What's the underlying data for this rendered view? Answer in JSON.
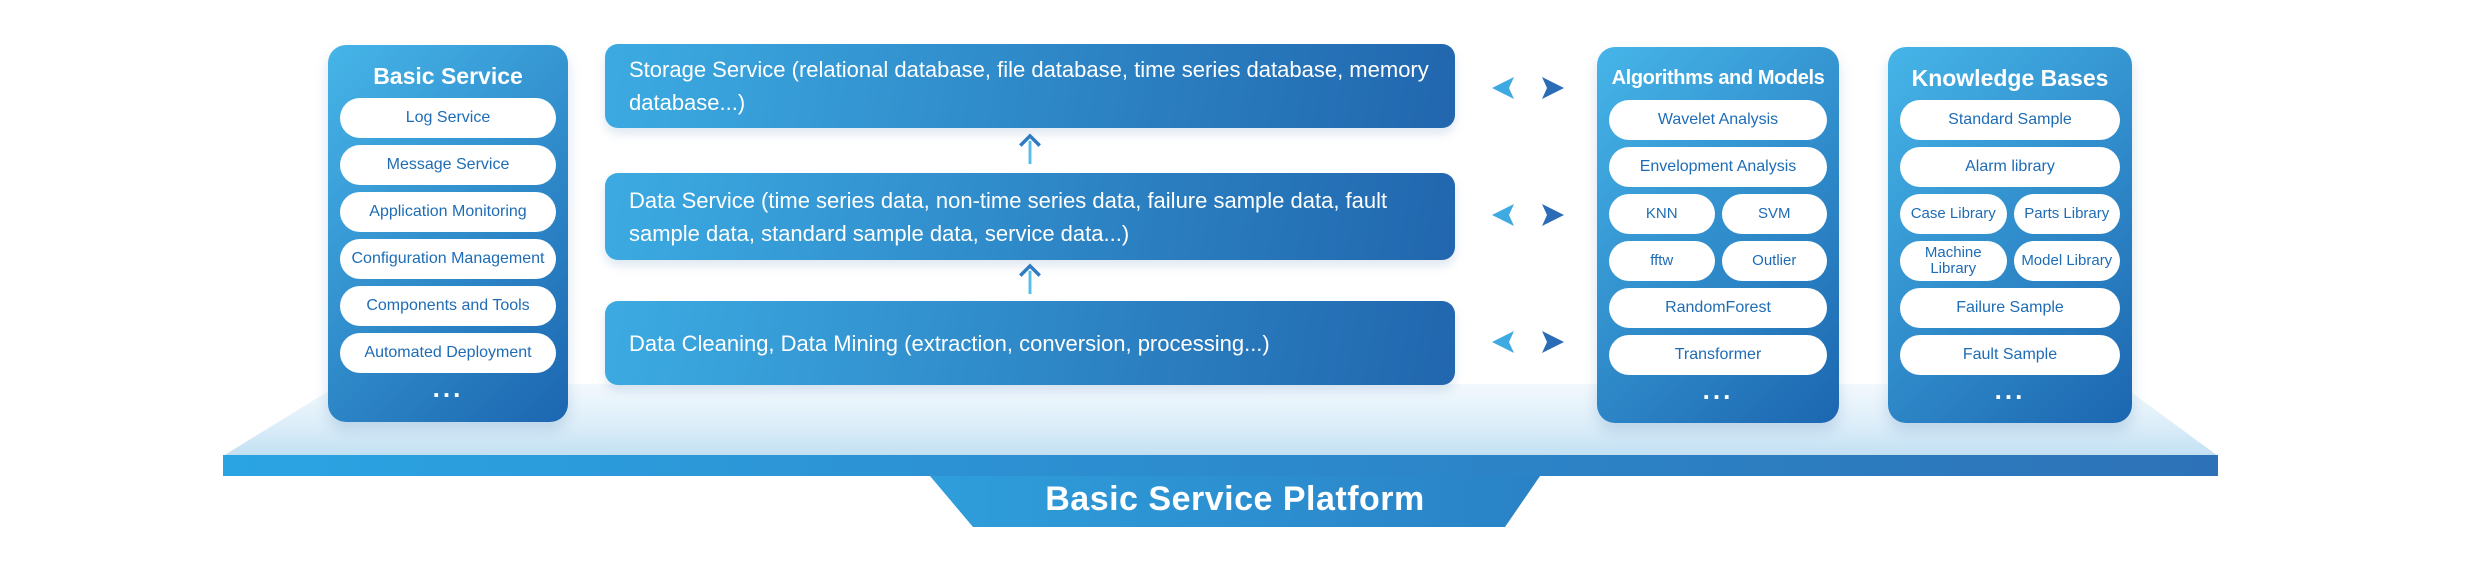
{
  "colors": {
    "panel_start": "#46b5e8",
    "panel_end": "#1c66b0",
    "bar_start": "#3cabe2",
    "bar_end": "#2166ae",
    "pill_text": "#1e6cb5",
    "front_start": "#2ba4e3",
    "front_end": "#2d72b7",
    "tab_start": "#2f9edb",
    "tab_end": "#2a82c6",
    "arrow_light": "#3fa9e1",
    "arrow_dark": "#2a6db6"
  },
  "basic_panel": {
    "title": "Basic Service",
    "items": [
      "Log Service",
      "Message Service",
      "Application Monitoring",
      "Configuration Management",
      "Components and Tools",
      "Automated Deployment"
    ],
    "more": "..."
  },
  "middle_bars": [
    "Storage Service (relational database, file database, time series database, memory database...)",
    "Data Service (time series data, non-time series data, failure sample data, fault sample data, standard sample data, service data...)",
    "Data Cleaning, Data Mining (extraction, conversion, processing...)"
  ],
  "algorithms_panel": {
    "title": "Algorithms and Models",
    "items": [
      "Wavelet Analysis",
      "Envelopment Analysis",
      "KNN",
      "SVM",
      "fftw",
      "Outlier",
      "RandomForest",
      "Transformer"
    ],
    "more": "..."
  },
  "knowledge_panel": {
    "title": "Knowledge Bases",
    "items": [
      "Standard Sample",
      "Alarm library",
      "Case Library",
      "Parts Library",
      "Machine Library",
      "Model Library",
      "Failure Sample",
      "Fault Sample"
    ],
    "more": "..."
  },
  "platform": {
    "label": "Basic Service Platform"
  }
}
